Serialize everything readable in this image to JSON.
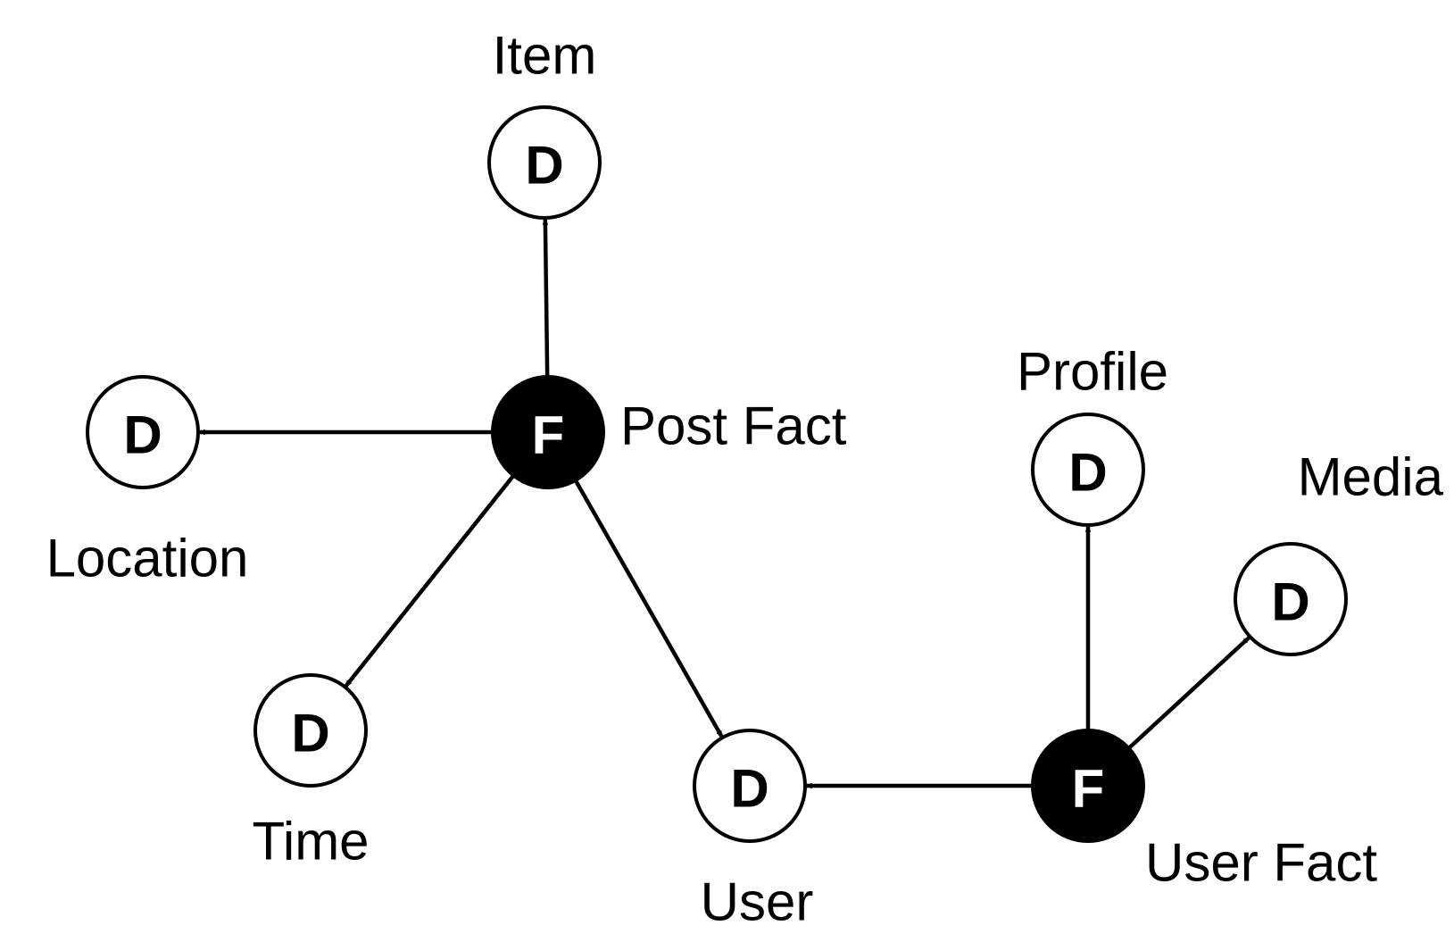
{
  "nodes": [
    {
      "id": "item",
      "kind": "dimension",
      "letter": "D",
      "label": "Item"
    },
    {
      "id": "location",
      "kind": "dimension",
      "letter": "D",
      "label": "Location"
    },
    {
      "id": "time",
      "kind": "dimension",
      "letter": "D",
      "label": "Time"
    },
    {
      "id": "user",
      "kind": "dimension",
      "letter": "D",
      "label": "User"
    },
    {
      "id": "profile",
      "kind": "dimension",
      "letter": "D",
      "label": "Profile"
    },
    {
      "id": "media",
      "kind": "dimension",
      "letter": "D",
      "label": "Media"
    },
    {
      "id": "post-fact",
      "kind": "fact",
      "letter": "F",
      "label": "Post Fact"
    },
    {
      "id": "user-fact",
      "kind": "fact",
      "letter": "F",
      "label": "User Fact"
    }
  ],
  "edges": [
    {
      "from": "post-fact",
      "to": "item"
    },
    {
      "from": "post-fact",
      "to": "location"
    },
    {
      "from": "post-fact",
      "to": "time"
    },
    {
      "from": "post-fact",
      "to": "user"
    },
    {
      "from": "user-fact",
      "to": "user"
    },
    {
      "from": "user-fact",
      "to": "profile"
    },
    {
      "from": "user-fact",
      "to": "media"
    }
  ],
  "colors": {
    "fact_fill": "#000000",
    "fact_text": "#ffffff",
    "dimension_fill": "#ffffff",
    "dimension_text": "#000000",
    "line": "#000000"
  }
}
